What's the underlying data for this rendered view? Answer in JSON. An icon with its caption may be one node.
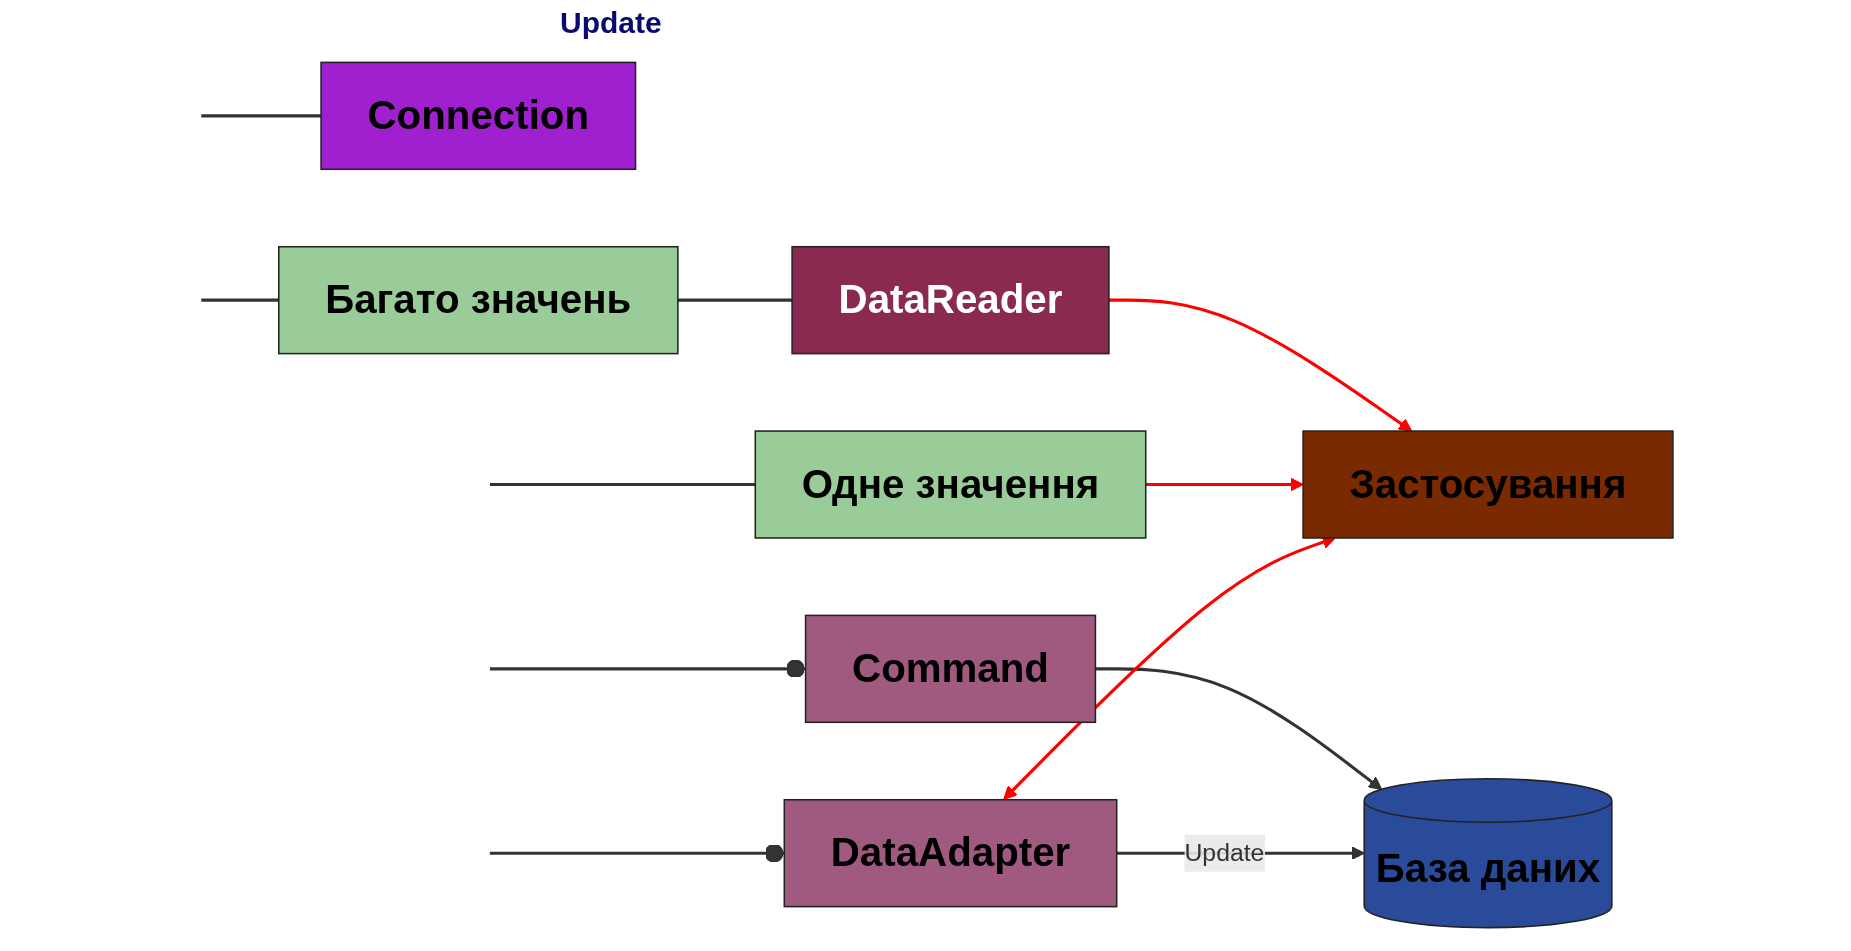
{
  "diagram": {
    "nodes": [
      {
        "text": [
          "База даних"
        ]
      },
      {
        "text": [
          "Command"
        ]
      },
      {
        "text": [
          "Connection"
        ]
      },
      {
        "text": [
          "Одне значення"
        ]
      },
      {
        "text": [
          "Багато значень"
        ]
      },
      {
        "text": [
          "DataReader"
        ]
      },
      {
        "text": [
          "DataAdapter"
        ]
      },
      {
        "text": [
          "Застосування"
        ]
      }
    ],
    "edges": [
      {
        "from": 1,
        "to": 0,
        "arrow": "to"
      },
      {
        "from": null,
        "to": 1,
        "arrow": "other"
      },
      {
        "from": null,
        "to": 2,
        "arrow": "none"
      },
      {
        "from": null,
        "to": 6,
        "arrow": "other"
      },
      {
        "from": null,
        "to": 3,
        "arrow": "none"
      },
      {
        "from": null,
        "to": 4,
        "arrow": "none"
      },
      {
        "from": 4,
        "to": 5,
        "arrow": "none"
      },
      {
        "from": 5,
        "to": 7,
        "arrow": "to",
        "color": "#ff0000"
      },
      {
        "from": 3,
        "to": 7,
        "arrow": "to",
        "color": "#ff0000"
      },
      {
        "from": 6,
        "to": 7,
        "arrow": "both",
        "color": "#ff0000"
      },
      {
        "from": 6,
        "to": 0,
        "arrow": "to",
        "label": "Update"
      }
    ],
    "labels": [
      "Update"
    ]
  }
}
